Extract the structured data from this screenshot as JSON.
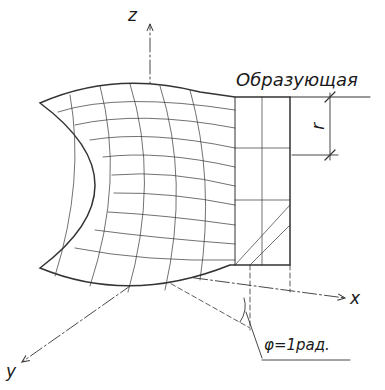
{
  "diagram": {
    "labels": [
      "z",
      "Образующая",
      "r",
      "x",
      "φ=1рад.",
      "y"
    ]
  }
}
